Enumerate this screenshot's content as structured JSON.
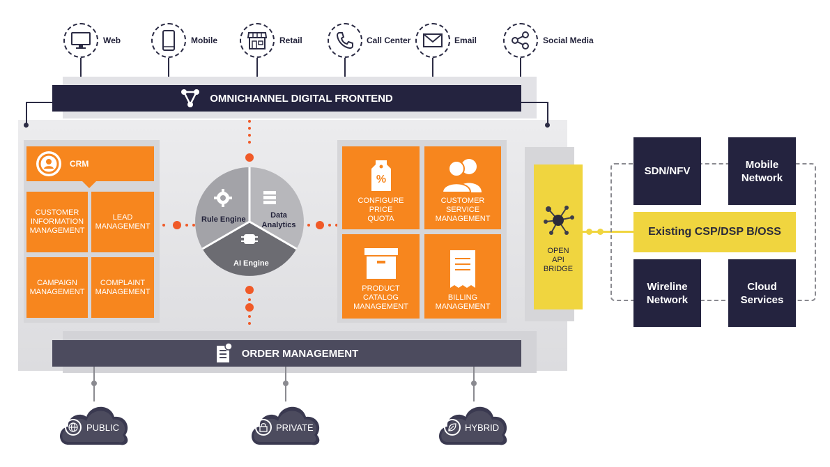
{
  "channels": [
    {
      "label": "Web",
      "icon": "monitor-icon"
    },
    {
      "label": "Mobile",
      "icon": "smartphone-icon"
    },
    {
      "label": "Retail",
      "icon": "storefront-icon"
    },
    {
      "label": "Call Center",
      "icon": "phone-icon"
    },
    {
      "label": "Email",
      "icon": "envelope-icon"
    },
    {
      "label": "Social Media",
      "icon": "share-icon"
    }
  ],
  "frontend": {
    "title": "OMNICHANNEL DIGITAL FRONTEND",
    "icon": "network-nodes-icon"
  },
  "crm": {
    "title": "CRM",
    "modules": [
      "CUSTOMER INFORMATION MANAGEMENT",
      "LEAD MANAGEMENT",
      "CAMPAIGN MANAGEMENT",
      "COMPLAINT MANAGEMENT"
    ]
  },
  "engine": {
    "rule": "Rule Engine",
    "data": "Data Analytics",
    "ai": "AI Engine"
  },
  "right_modules": [
    {
      "label": "CONFIGURE PRICE QUOTA",
      "icon": "price-tag-icon"
    },
    {
      "label": "CUSTOMER SERVICE MANAGEMENT",
      "icon": "people-icon"
    },
    {
      "label": "PRODUCT CATALOG MANAGEMENT",
      "icon": "archive-box-icon"
    },
    {
      "label": "BILLING MANAGEMENT",
      "icon": "receipt-icon"
    }
  ],
  "bridge": {
    "label": "OPEN API BRIDGE",
    "icon": "hub-icon"
  },
  "external": {
    "center": "Existing CSP/DSP B/OSS",
    "boxes": [
      "SDN/NFV",
      "Mobile Network",
      "Wireline Network",
      "Cloud Services"
    ]
  },
  "order": {
    "title": "ORDER MANAGEMENT",
    "icon": "document-icon"
  },
  "clouds": [
    {
      "label": "PUBLIC",
      "icon": "globe-icon"
    },
    {
      "label": "PRIVATE",
      "icon": "lock-icon"
    },
    {
      "label": "HYBRID",
      "icon": "leaf-icon"
    }
  ],
  "colors": {
    "orange": "#f7861e",
    "navy": "#24233f",
    "yellow": "#f0d53f",
    "accent": "#f05a28",
    "gray": "#dcdcdf"
  }
}
